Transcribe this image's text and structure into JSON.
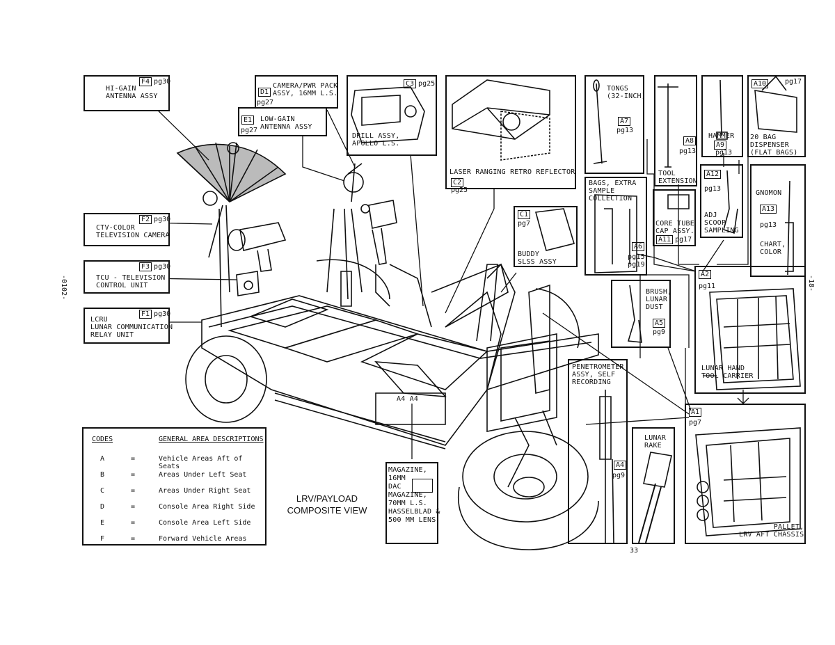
{
  "title": [
    "LRV/PAYLOAD",
    "COMPOSITE VIEW"
  ],
  "page_number": "33",
  "side_left": "-0102-",
  "side_right": "-18-",
  "components": [
    {
      "id": "F4",
      "name": "HI-GAIN\nANTENNA ASSY",
      "page": "pg30"
    },
    {
      "id": "D1",
      "name": "CAMERA/PWR PACK\nASSY, 16MM L.S.",
      "page": "pg27"
    },
    {
      "id": "E1",
      "name": "LOW-GAIN\nANTENNA ASSY",
      "page": "pg27"
    },
    {
      "id": "C3",
      "name": "DRILL ASSY,\nAPOLLO L.S.",
      "page": "pg25"
    },
    {
      "id": "C2",
      "name": "LASER RANGING RETRO REFLECTOR",
      "page": "pg25"
    },
    {
      "id": "A7",
      "name": "TONGS\n(32-INCH)",
      "page": "pg13"
    },
    {
      "id": "A8",
      "name": "TOOL\nEXTENSION",
      "page": "pg13"
    },
    {
      "id": "A9",
      "name": "HAMMER",
      "page": "pg13"
    },
    {
      "id": "A10",
      "name": "20 BAG\nDISPENSER\n(FLAT BAGS)",
      "page": "pg17"
    },
    {
      "id": "F2",
      "name": "CTV-COLOR\nTELEVISION CAMERA",
      "page": "pg30"
    },
    {
      "id": "F3",
      "name": "TCU - TELEVISION\nCONTROL UNIT",
      "page": "pg30"
    },
    {
      "id": "F1",
      "name": "LCRU\nLUNAR COMMUNICATION\nRELAY UNIT",
      "page": "pg30"
    },
    {
      "id": "C1",
      "name": "BUDDY\nSLSS ASSY",
      "page": "pg7"
    },
    {
      "id": "A6",
      "name": "BAGS, EXTRA\nSAMPLE\nCOLLECTION",
      "page": "pg15\npg19"
    },
    {
      "id": "A11",
      "name": "CORE TUBE\nCAP ASSY.",
      "page": "pg17"
    },
    {
      "id": "A12",
      "name": "ADJ\nSCOOP\nSAMPLING",
      "page": "pg13"
    },
    {
      "id": "A13",
      "name": "GNOMON",
      "page": "pg13",
      "extra": "CHART,\nCOLOR"
    },
    {
      "id": "A2",
      "name": "LUNAR HAND\nTOOL CARRIER",
      "page": "pg11"
    },
    {
      "id": "A5",
      "name": "BRUSH,\nLUNAR\nDUST",
      "page": "pg9"
    },
    {
      "id": "A4",
      "name": "PENETROMETER\nASSY, SELF\nRECORDING",
      "page": "pg9"
    },
    {
      "id": "A1",
      "name": "PALLET,\nLRV AFT CHASSIS",
      "page": "pg7"
    },
    {
      "id": "RAKE",
      "name": "LUNAR\nRAKE",
      "page": ""
    },
    {
      "id": "MAG",
      "name": "MAGAZINE,\n16MM\nDAC\nMAGAZINE,\n70MM L.S.\nHASSELBLAD &\n500 mm LENS",
      "page": ""
    }
  ],
  "codes": {
    "header_code": "CODES",
    "header_desc": "GENERAL AREA DESCRIPTIONS",
    "rows": [
      {
        "code": "A",
        "eq": "=",
        "desc": "Vehicle Areas Aft of Seats"
      },
      {
        "code": "B",
        "eq": "=",
        "desc": "Areas Under Left Seat"
      },
      {
        "code": "C",
        "eq": "=",
        "desc": "Areas Under Right Seat"
      },
      {
        "code": "D",
        "eq": "=",
        "desc": "Console Area Right Side"
      },
      {
        "code": "E",
        "eq": "=",
        "desc": "Console Area Left Side"
      },
      {
        "code": "F",
        "eq": "=",
        "desc": "Forward Vehicle Areas"
      }
    ]
  },
  "chassis_label": "A4 A4"
}
